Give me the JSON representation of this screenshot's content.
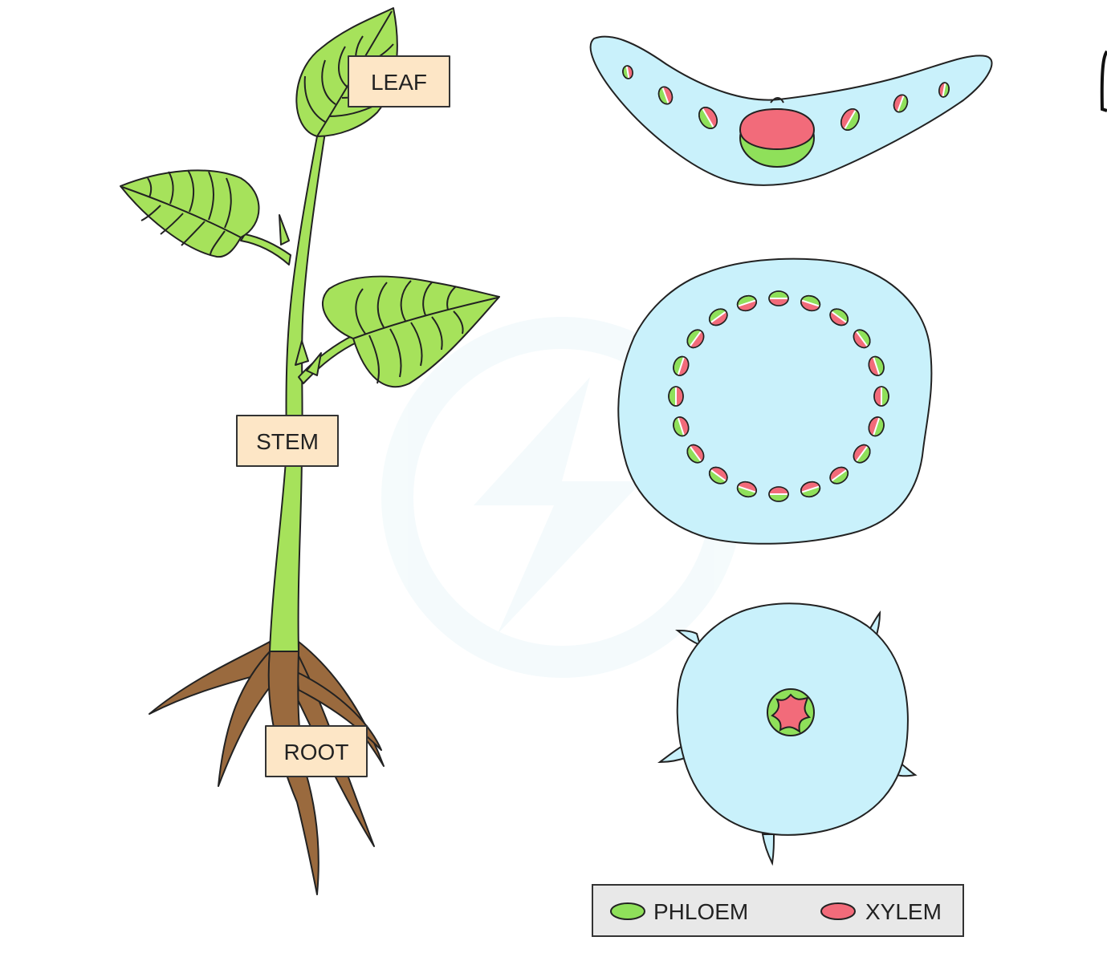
{
  "labels": {
    "leaf": "LEAF",
    "stem": "STEM",
    "root": "ROOT"
  },
  "legend": {
    "phloem": "PHLOEM",
    "xylem": "XYLEM"
  },
  "colors": {
    "plant_green": "#a6e25b",
    "root_brown": "#9a6a3e",
    "tissue_blue": "#c9f1fb",
    "phloem": "#8fe05a",
    "xylem": "#f26b7a",
    "label_bg": "#fde6c6"
  }
}
